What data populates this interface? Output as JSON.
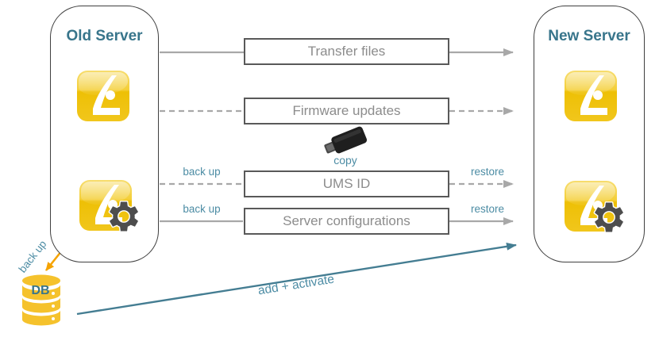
{
  "colors": {
    "teal-title": "#38758b",
    "teal-label": "#4c8ca4",
    "teal-arrow": "#447d92",
    "gray-line": "#a8a8a8",
    "box-border": "#595959",
    "box-text": "#8c8c8c",
    "icon-yellow": "#f0c41e",
    "orange": "#f5a300",
    "gear-gray": "#4d4d4d",
    "usb-black": "#1f1f1f",
    "db-yellow": "#f5c22c"
  },
  "old_server": {
    "title": "Old Server"
  },
  "new_server": {
    "title": "New Server"
  },
  "rows": [
    {
      "label": "Transfer files",
      "style": "solid"
    },
    {
      "label": "Firmware updates",
      "style": "dashed"
    },
    {
      "label": "UMS ID",
      "style": "dashed",
      "left_label": "back up",
      "right_label": "restore"
    },
    {
      "label": "Server configurations",
      "style": "solid",
      "left_label": "back up",
      "right_label": "restore"
    }
  ],
  "usb": {
    "caption": "copy"
  },
  "db": {
    "label": "DB",
    "caption": "back up"
  },
  "migration_arrow": {
    "label": "add + activate"
  }
}
